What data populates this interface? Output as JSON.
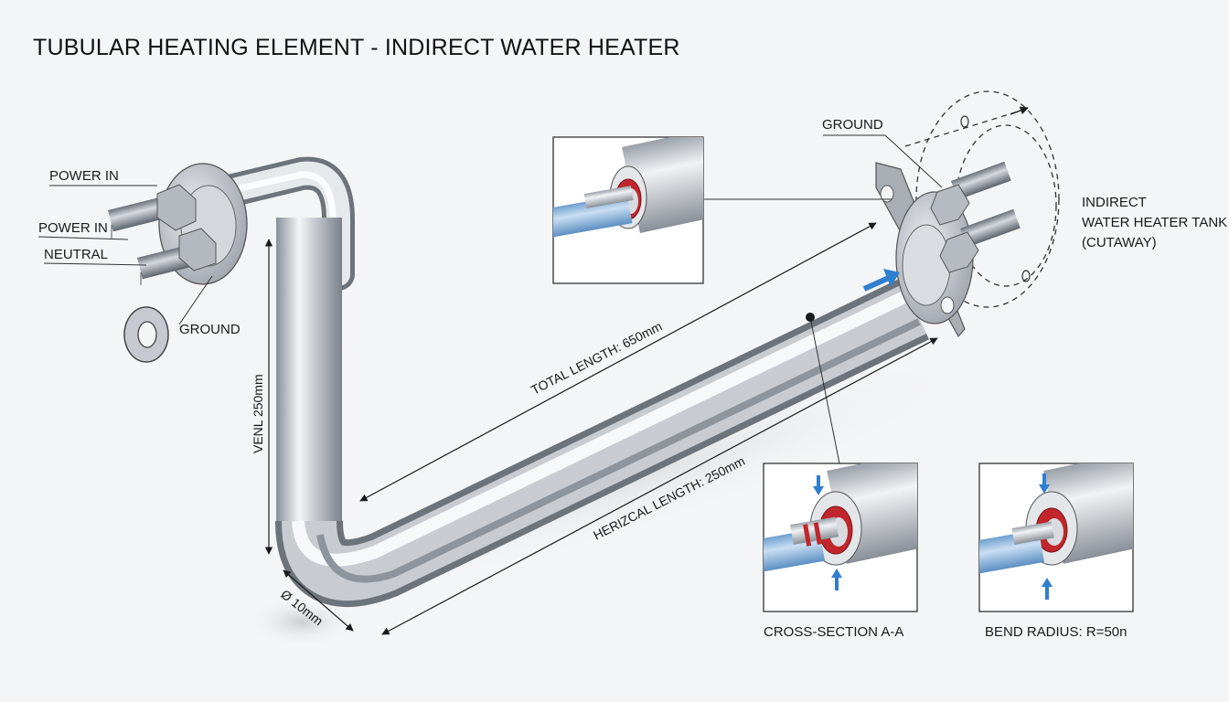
{
  "title": "TUBULAR HEATING ELEMENT - INDIRECT WATER HEATER",
  "labels": {
    "power_in_1": "POWER IN",
    "power_in_2": "POWER IN",
    "neutral": "NEUTRAL",
    "ground_left": "GROUND",
    "ground_right": "GROUND",
    "tank_line1": "INDIRECT",
    "tank_line2": "WATER HEATER TANK",
    "tank_line3": "(CUTAWAY)"
  },
  "dimensions": {
    "vertical": "VENL 250mm",
    "total_length": "TOTAL LENGTH: 650mm",
    "horizontal": "HERIZCAL LENGTH: 250mm",
    "diameter": "Ø 10mm"
  },
  "captions": {
    "cross_section": "CROSS-SECTION A-A",
    "bend_radius": "BEND RADIUS: R=50n"
  },
  "colors": {
    "background": "#f4f5f6",
    "steel": "#c4c8cd",
    "insulation_red": "#c0262b",
    "conductor_blue": "#9ec3e6",
    "arrow_blue": "#2f7fd1"
  }
}
